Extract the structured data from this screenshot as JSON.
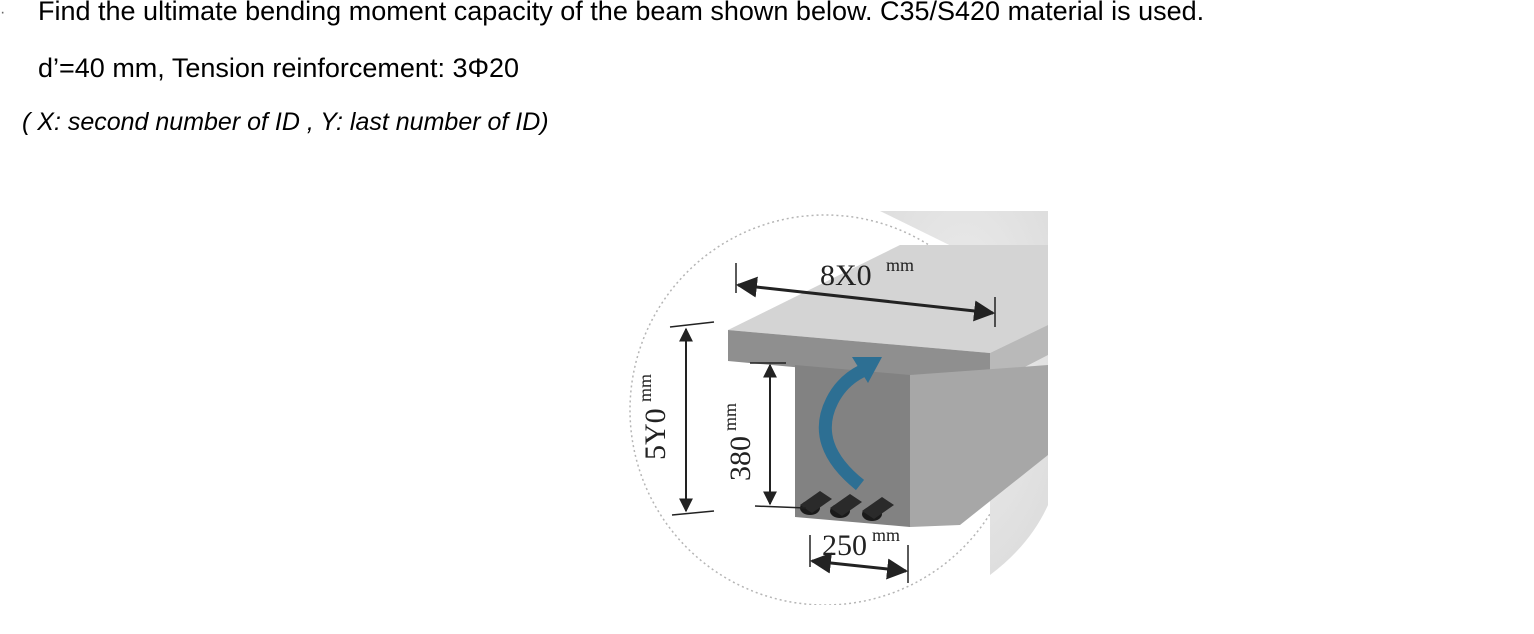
{
  "problem": {
    "bullet": "·",
    "line1": "Find the ultimate bending moment capacity of the beam shown below. C35/S420 material is used.",
    "line2": "d’=40 mm, Tension reinforcement: 3Φ20",
    "line3": "( X: second number of ID , Y: last number of ID)"
  },
  "figure": {
    "flange_width": "8X0",
    "total_height": "5Y0",
    "web_height": "380",
    "web_width": "250",
    "unit": "mm"
  },
  "colors": {
    "flange_top": "#d4d4d4",
    "flange_front": "#8f8f8f",
    "web_front": "#828282",
    "web_side": "#a7a7a7",
    "moment_arrow": "#2d6f93",
    "rebar": "#1a1a1a"
  }
}
